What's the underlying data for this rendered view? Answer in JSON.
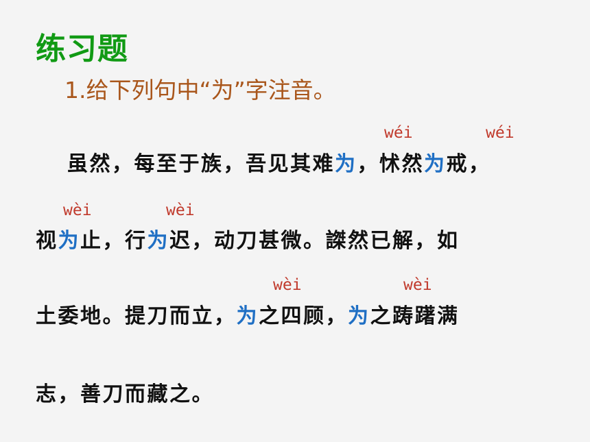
{
  "title": "练习题",
  "question": "1.给下列句中“为”字注音。",
  "colors": {
    "title": "#119a14",
    "question": "#a9561b",
    "text": "#111111",
    "highlight": "#1f6fc4",
    "pinyin": "#c0392b"
  },
  "passage": {
    "line1": {
      "a": "虽然，每至于族，吾见其难",
      "b": "为",
      "c": "，怵然",
      "d": "为",
      "e": "戒，",
      "py1": "wéi",
      "py2": "wéi"
    },
    "line2": {
      "a": "视",
      "b": "为",
      "c": "止，行",
      "d": "为",
      "e": "迟，动刀甚微。謋然已解，如",
      "py1": "wèi",
      "py2": "wèi"
    },
    "line3": {
      "a": "土委地。提刀而立，",
      "b": "为",
      "c": "之四顾，",
      "d": "为",
      "e": "之踌躇满",
      "py1": "wèi",
      "py2": "wèi"
    },
    "line4": {
      "a": "志，善刀而藏之。"
    }
  }
}
